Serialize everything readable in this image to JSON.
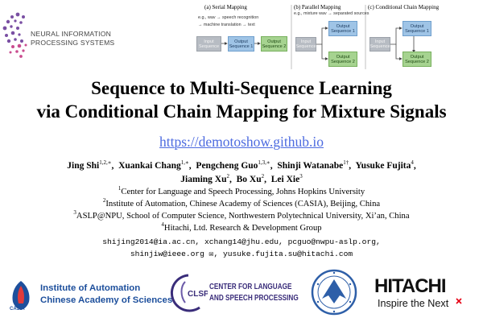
{
  "neurips_logo": {
    "lines": [
      "NEURAL INFORMATION",
      "PROCESSING SYSTEMS"
    ],
    "colors": {
      "gradient_start": "#6a4a9e",
      "gradient_end": "#c94c8f"
    }
  },
  "diagram": {
    "panels": [
      {
        "title": "(a) Serial Mapping",
        "notes": [
          "e.g., wav → speech recognition",
          "→ machine translation → text"
        ],
        "boxes": {
          "input": "Input Sequence",
          "mid": "Output Sequence 1",
          "out": "Output Sequence 2"
        }
      },
      {
        "title": "(b) Parallel Mapping",
        "notes": [
          "e.g., mixture wav → separated sources"
        ],
        "boxes": {
          "input": "Input Sequence",
          "out1": "Output Sequence 1",
          "out2": "Output Sequence 2"
        }
      },
      {
        "title": "(c) Conditional Chain Mapping",
        "boxes": {
          "input": "Input Sequence",
          "out1": "Output Sequence 1",
          "out2": "Output Sequence 2"
        }
      }
    ],
    "colors": {
      "input": "#b7bcc3",
      "mid": "#9fc4e6",
      "out": "#a6d390"
    }
  },
  "paper": {
    "title_lines": [
      "Sequence to Multi-Sequence Learning",
      "via Conditional Chain Mapping for Mixture Signals"
    ],
    "url": "https://demotoshow.github.io",
    "authors_line1": [
      {
        "name": "Jing Shi",
        "sup": "1,2,∗"
      },
      {
        "name": "Xuankai Chang",
        "sup": "1,∗"
      },
      {
        "name": "Pengcheng Guo",
        "sup": "1,3,∗"
      },
      {
        "name": "Shinji Watanabe",
        "sup": "1†"
      },
      {
        "name": "Yusuke Fujita",
        "sup": "4"
      }
    ],
    "authors_line2": [
      {
        "name": "Jiaming Xu",
        "sup": "2"
      },
      {
        "name": "Bo Xu",
        "sup": "2"
      },
      {
        "name": "Lei Xie",
        "sup": "3"
      }
    ],
    "affiliations": [
      {
        "sup": "1",
        "text": "Center for Language and Speech Processing, Johns Hopkins University"
      },
      {
        "sup": "2",
        "text": "Institute of Automation, Chinese Academy of Sciences (CASIA), Beijing, China"
      },
      {
        "sup": "3",
        "text": "ASLP@NPU, School of Computer Science, Northwestern Polytechnical University, Xi’an, China"
      },
      {
        "sup": "4",
        "text": "Hitachi, Ltd. Research & Development Group"
      }
    ],
    "emails_line1": "shijing2014@ia.ac.cn, xchang14@jhu.edu, pcguo@nwpu-aslp.org,",
    "emails_line2": "shinjiw@ieee.org ✉, yusuke.fujita.su@hitachi.com"
  },
  "logos": {
    "casia": {
      "lines": [
        "Institute of Automation",
        "Chinese Academy of Sciences"
      ],
      "badge": "CASIA",
      "color": "#1d4f9c"
    },
    "clsp": {
      "lines": [
        "CENTER FOR LANGUAGE",
        "AND SPEECH PROCESSING"
      ],
      "mark": "CLSP",
      "color": "#3a2d7a"
    },
    "nwpu": {
      "color": "#2e5fa8"
    },
    "hitachi": {
      "word": "HITACHI",
      "tagline": "Inspire the Next",
      "accent": "#e60012"
    }
  }
}
